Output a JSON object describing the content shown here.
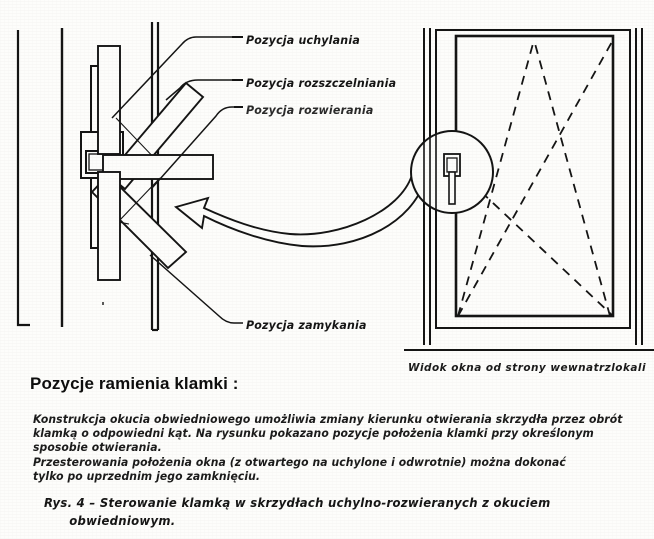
{
  "figure": {
    "labels": {
      "tilt": "Pozycja  uchylania",
      "vent": "Pozycja  rozszczelniania",
      "open": "Pozycja  rozwierania",
      "closed": "Pozycja  zamykania"
    },
    "right_caption": "Widok okna od strony wewnatrzlokali"
  },
  "text": {
    "heading": "Pozycje ramienia klamki :",
    "paragraph_lines": [
      "Konstrukcja okucia obwiedniowego umożliwia zmiany kierunku otwierania skrzydła przez obrót",
      "klamką o odpowiedni kąt. Na rysunku pokazano pozycje położenia klamki przy określonym",
      "sposobie otwierania.",
      "Przesterowania położenia okna (z otwartego na uchylone i odwrotnie) można dokonać",
      "tylko po uprzednim jego zamknięciu."
    ],
    "figure_caption_lines": [
      "Rys. 4 – Sterowanie klamką w skrzydłach uchylno-rozwieranych z okuciem",
      "obwiedniowym."
    ]
  },
  "colors": {
    "ink": "#1a1a1a",
    "paper": "#fdfdfb"
  }
}
